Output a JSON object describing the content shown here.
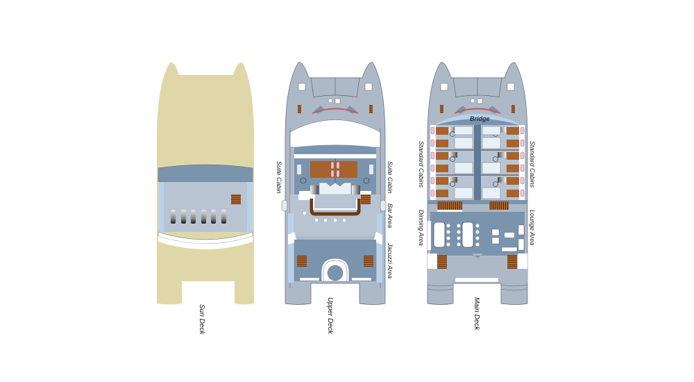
{
  "colors": {
    "sun_hull": "#e0d7a9",
    "hull_gray": "#aeb9c8",
    "deck_dark": "#7b94ae",
    "deck_mid": "#b8c4d2",
    "light_blue": "#b9d2ea",
    "wood": "#a8622c",
    "white": "#ffffff",
    "outline": "#5a6675"
  },
  "decks": [
    {
      "id": "sun",
      "name": "Sun Deck"
    },
    {
      "id": "upper",
      "name": "Upper Deck",
      "areas": [
        "Suite Cabin",
        "Suite Cabin",
        "Bar Area",
        "Jacuzzi Area"
      ]
    },
    {
      "id": "main",
      "name": "Main Deck",
      "areas": [
        "Bridge",
        "Standard Cabins",
        "Standard Cabins",
        "Dinning Area",
        "Lounge Area"
      ]
    }
  ],
  "labels": {
    "sun_deck": "Sun Deck",
    "upper_deck": "Upper Deck",
    "main_deck": "Main Deck",
    "suite_cabin_left": "Suite Cabin",
    "suite_cabin_right": "Suite Cabin",
    "bar_area": "Bar Area",
    "jacuzzi_area": "Jacuzzi Area",
    "bridge": "Bridge",
    "standard_cabins_left": "Standard Cabins",
    "standard_cabins_right": "Standard Cabins",
    "dinning_area": "Dinning Area",
    "lounge_area": "Lounge Area"
  }
}
